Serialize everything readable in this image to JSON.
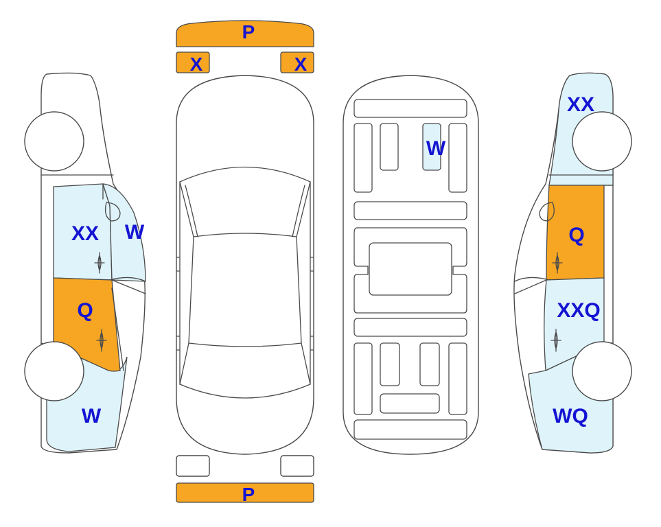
{
  "colors": {
    "damage_orange": "#f6a623",
    "damage_blue": "#dff3fa",
    "label_text": "#1414d2",
    "outline": "#4a4a4a"
  },
  "top_view": {
    "front_bumper": "P",
    "left_headlight": "X",
    "right_headlight": "X",
    "rear_bumper": "P"
  },
  "underside_view": {
    "panel_mark": "W"
  },
  "left_side_view": {
    "rear_door": "XX",
    "rear_quarter_glass": "W",
    "front_door": "Q",
    "front_fender": "W"
  },
  "right_side_view": {
    "front_fender_upper": "XX",
    "front_door": "Q",
    "rear_door": "XXQ",
    "rear_quarter": "WQ"
  }
}
